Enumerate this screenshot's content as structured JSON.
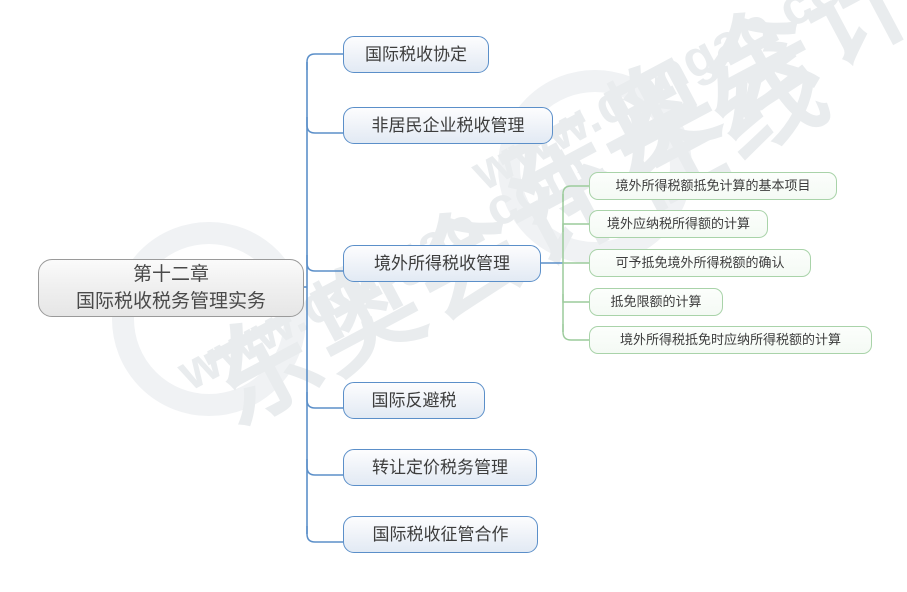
{
  "diagram": {
    "type": "mindmap",
    "title": "第十二章 国际税收税务管理实务",
    "colors": {
      "root_border": "#9a9a9a",
      "branch_border": "#5b8fc9",
      "leaf_border": "#a9d3a9",
      "branch_edge": "#5b8fc9",
      "leaf_edge": "#9ccb9c",
      "watermark": "#e9ecee"
    }
  },
  "root": {
    "label": "第十二章\n国际税收税务管理实务"
  },
  "branches": [
    {
      "label": "国际税收协定"
    },
    {
      "label": "非居民企业税收管理"
    },
    {
      "label": "境外所得税收管理"
    },
    {
      "label": "国际反避税"
    },
    {
      "label": "转让定价税务管理"
    },
    {
      "label": "国际税收征管合作"
    }
  ],
  "leaves": [
    {
      "label": "境外所得税额抵免计算的基本项目"
    },
    {
      "label": "境外应纳税所得额的计算"
    },
    {
      "label": "可予抵免境外所得税额的确认"
    },
    {
      "label": "抵免限额的计算"
    },
    {
      "label": "境外所得税抵免时应纳所得税额的计算"
    }
  ],
  "watermark": {
    "brand": "东奥会计在线",
    "url": "www.dongao.com"
  }
}
